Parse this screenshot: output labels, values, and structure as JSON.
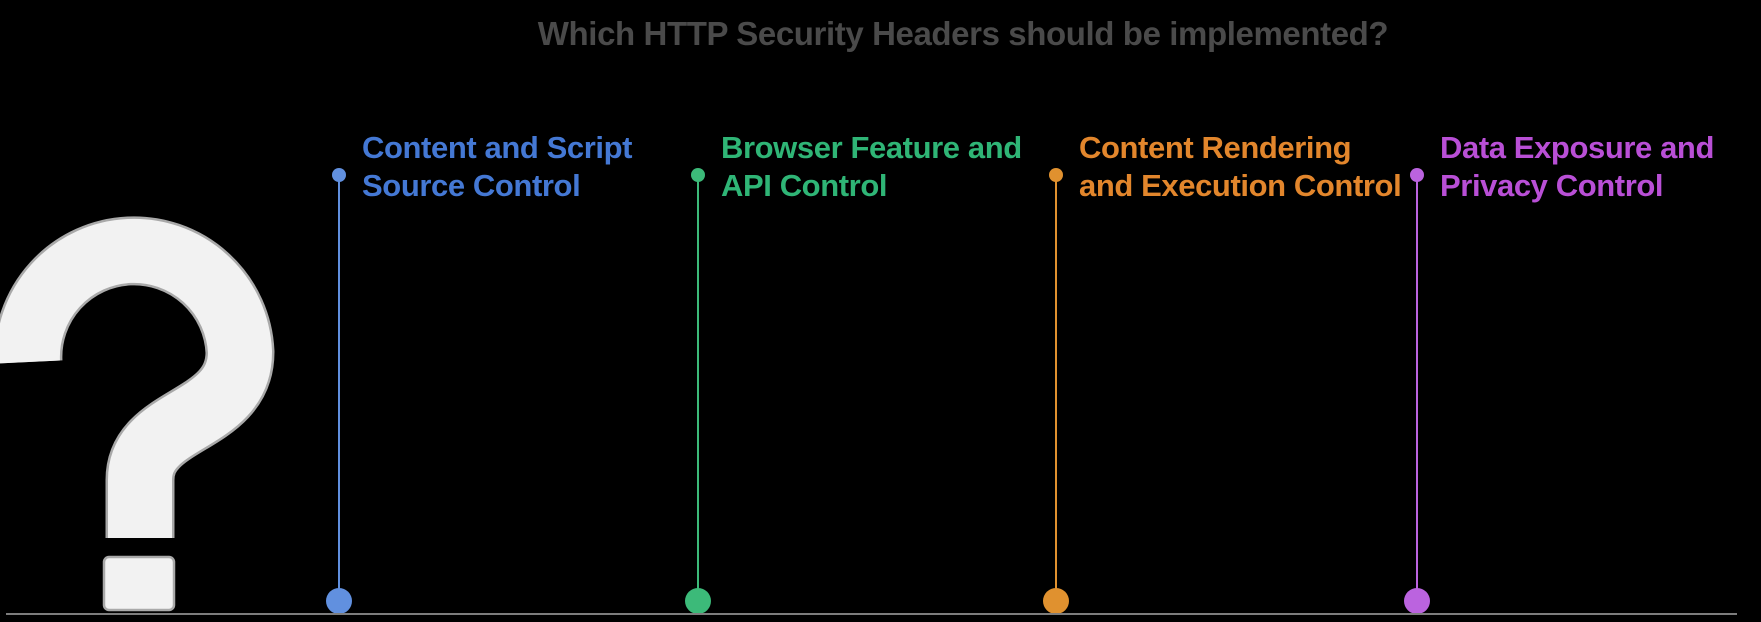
{
  "page": {
    "title": "Which HTTP Security Headers should be implemented?",
    "title_color": "#4A4A4A",
    "background": "#000000",
    "baseline_color": "#7D7D7D"
  },
  "question_mark": {
    "glyph": "?",
    "fill_color": "#F2F2F2",
    "outline_color": "#A9A9A9"
  },
  "columns": [
    {
      "line1": "Content and Script",
      "line2": "Source Control",
      "text_color": "#4478D4",
      "accent_color": "#6190DF"
    },
    {
      "line1": "Browser Feature and",
      "line2": "API Control",
      "text_color": "#2FB576",
      "accent_color": "#3CBA79"
    },
    {
      "line1": "Content Rendering",
      "line2": "and Execution Control",
      "text_color": "#E2862C",
      "accent_color": "#E0912F"
    },
    {
      "line1": "Data Exposure and",
      "line2": "Privacy Control",
      "text_color": "#B94FD6",
      "accent_color": "#BB63DF"
    }
  ]
}
